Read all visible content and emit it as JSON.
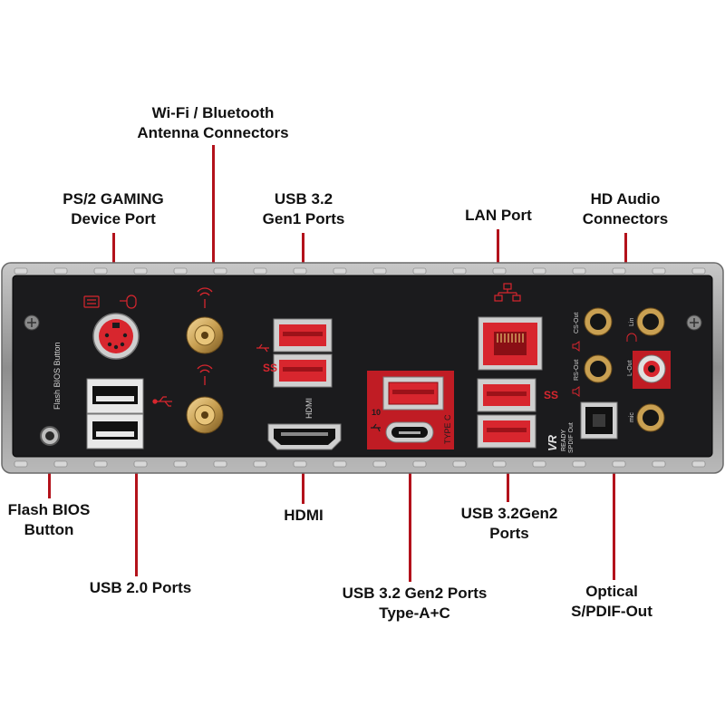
{
  "callouts": {
    "wifi": [
      "Wi-Fi / Bluetooth",
      "Antenna Connectors"
    ],
    "ps2": [
      "PS/2 GAMING",
      "Device Port"
    ],
    "usb32g1": [
      "USB 3.2",
      "Gen1 Ports"
    ],
    "lan": [
      "LAN Port"
    ],
    "audio": [
      "HD Audio",
      "Connectors"
    ],
    "flash": [
      "Flash BIOS",
      "Button"
    ],
    "usb20": [
      "USB 2.0 Ports"
    ],
    "hdmi": [
      "HDMI"
    ],
    "usb32g2": [
      "USB 3.2Gen2",
      "Ports"
    ],
    "usb32g2ac": [
      "USB 3.2 Gen2 Ports",
      "Type-A+C"
    ],
    "optical": [
      "Optical",
      "S/PDIF-Out"
    ]
  },
  "panel_labels": {
    "flash_bios_button": "Flash BIOS Button",
    "hdmi": "HDMI",
    "type_c": "TYPE C",
    "ten": "10",
    "vr": "VR",
    "ready": "READY",
    "spdif_out": "SPDIF Out",
    "cs_out": "CS-Out",
    "rs_out": "RS-Out",
    "line_in": "Lin",
    "line_out": "L-Out",
    "mic": "mic"
  },
  "colors": {
    "accent_red": "#b3121b",
    "port_red": "#d8262e",
    "panel_black": "#1b1b1d",
    "frame_silver": "#9a9a9a",
    "gold": "#c9a052"
  },
  "icons": [
    "ps2-mouse-icon",
    "usb-icon",
    "wifi-antenna-icon",
    "network-icon",
    "speaker-icon",
    "headphone-icon"
  ]
}
